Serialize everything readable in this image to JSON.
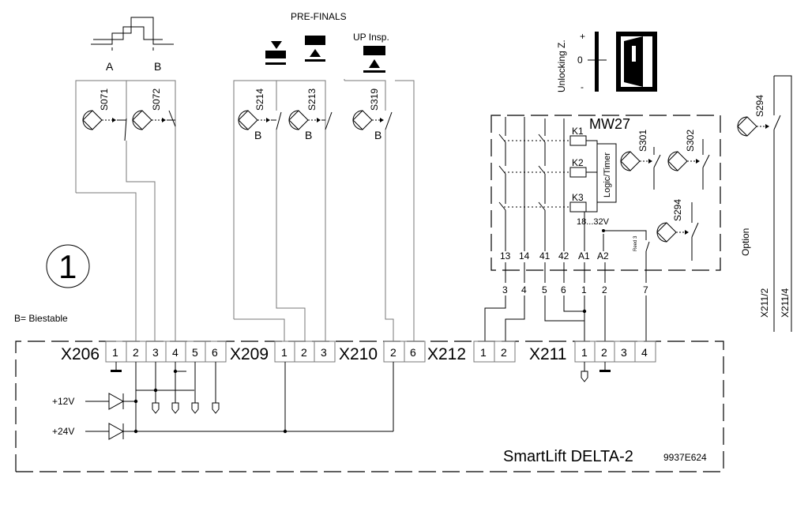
{
  "diagram": {
    "title": "SmartLift DELTA-2",
    "code": "9937E624",
    "circle_label": "1",
    "legend_note": "B= Biestable",
    "pre_finals_label": "PRE-FINALS",
    "up_insp_label": "UP Insp.",
    "timing_label_a": "A",
    "timing_label_b": "B",
    "unlocking_label": "Unlocking Z.",
    "scale_plus": "+",
    "scale_zero": "0",
    "scale_minus": "-",
    "module_label": "MW27",
    "logic_label": "Logic/Timer",
    "relay_k1": "K1",
    "relay_k2": "K2",
    "relay_k3": "K3",
    "voltage_range": "18...32V",
    "reed_label": "Reed 3",
    "option_label": "Option",
    "x211_2_label": "X211/2",
    "x211_4_label": "X211/4",
    "supply_12v": "+12V",
    "supply_24v": "+24V",
    "sensors": {
      "s071": "S071",
      "s072": "S072",
      "s214": "S214",
      "s213": "S213",
      "s319": "S319",
      "s301": "S301",
      "s302": "S302",
      "s294_inner": "S294",
      "s294_outer": "S294",
      "b1": "B",
      "b2": "B",
      "b3": "B"
    },
    "module_terminals": [
      "13",
      "14",
      "41",
      "42",
      "A1",
      "A2"
    ],
    "module_wire_numbers": [
      "3",
      "4",
      "5",
      "6",
      "1",
      "2",
      "7"
    ],
    "connectors": {
      "x206": "X206",
      "x209": "X209",
      "x210": "X210",
      "x212": "X212",
      "x211": "X211"
    },
    "pins": {
      "x206": [
        "1",
        "2",
        "3",
        "4",
        "5",
        "6"
      ],
      "x209": [
        "1",
        "2",
        "3"
      ],
      "x210": [
        "2",
        "6"
      ],
      "x212": [
        "1",
        "2"
      ],
      "x211": [
        "1",
        "2",
        "3",
        "4"
      ]
    }
  }
}
